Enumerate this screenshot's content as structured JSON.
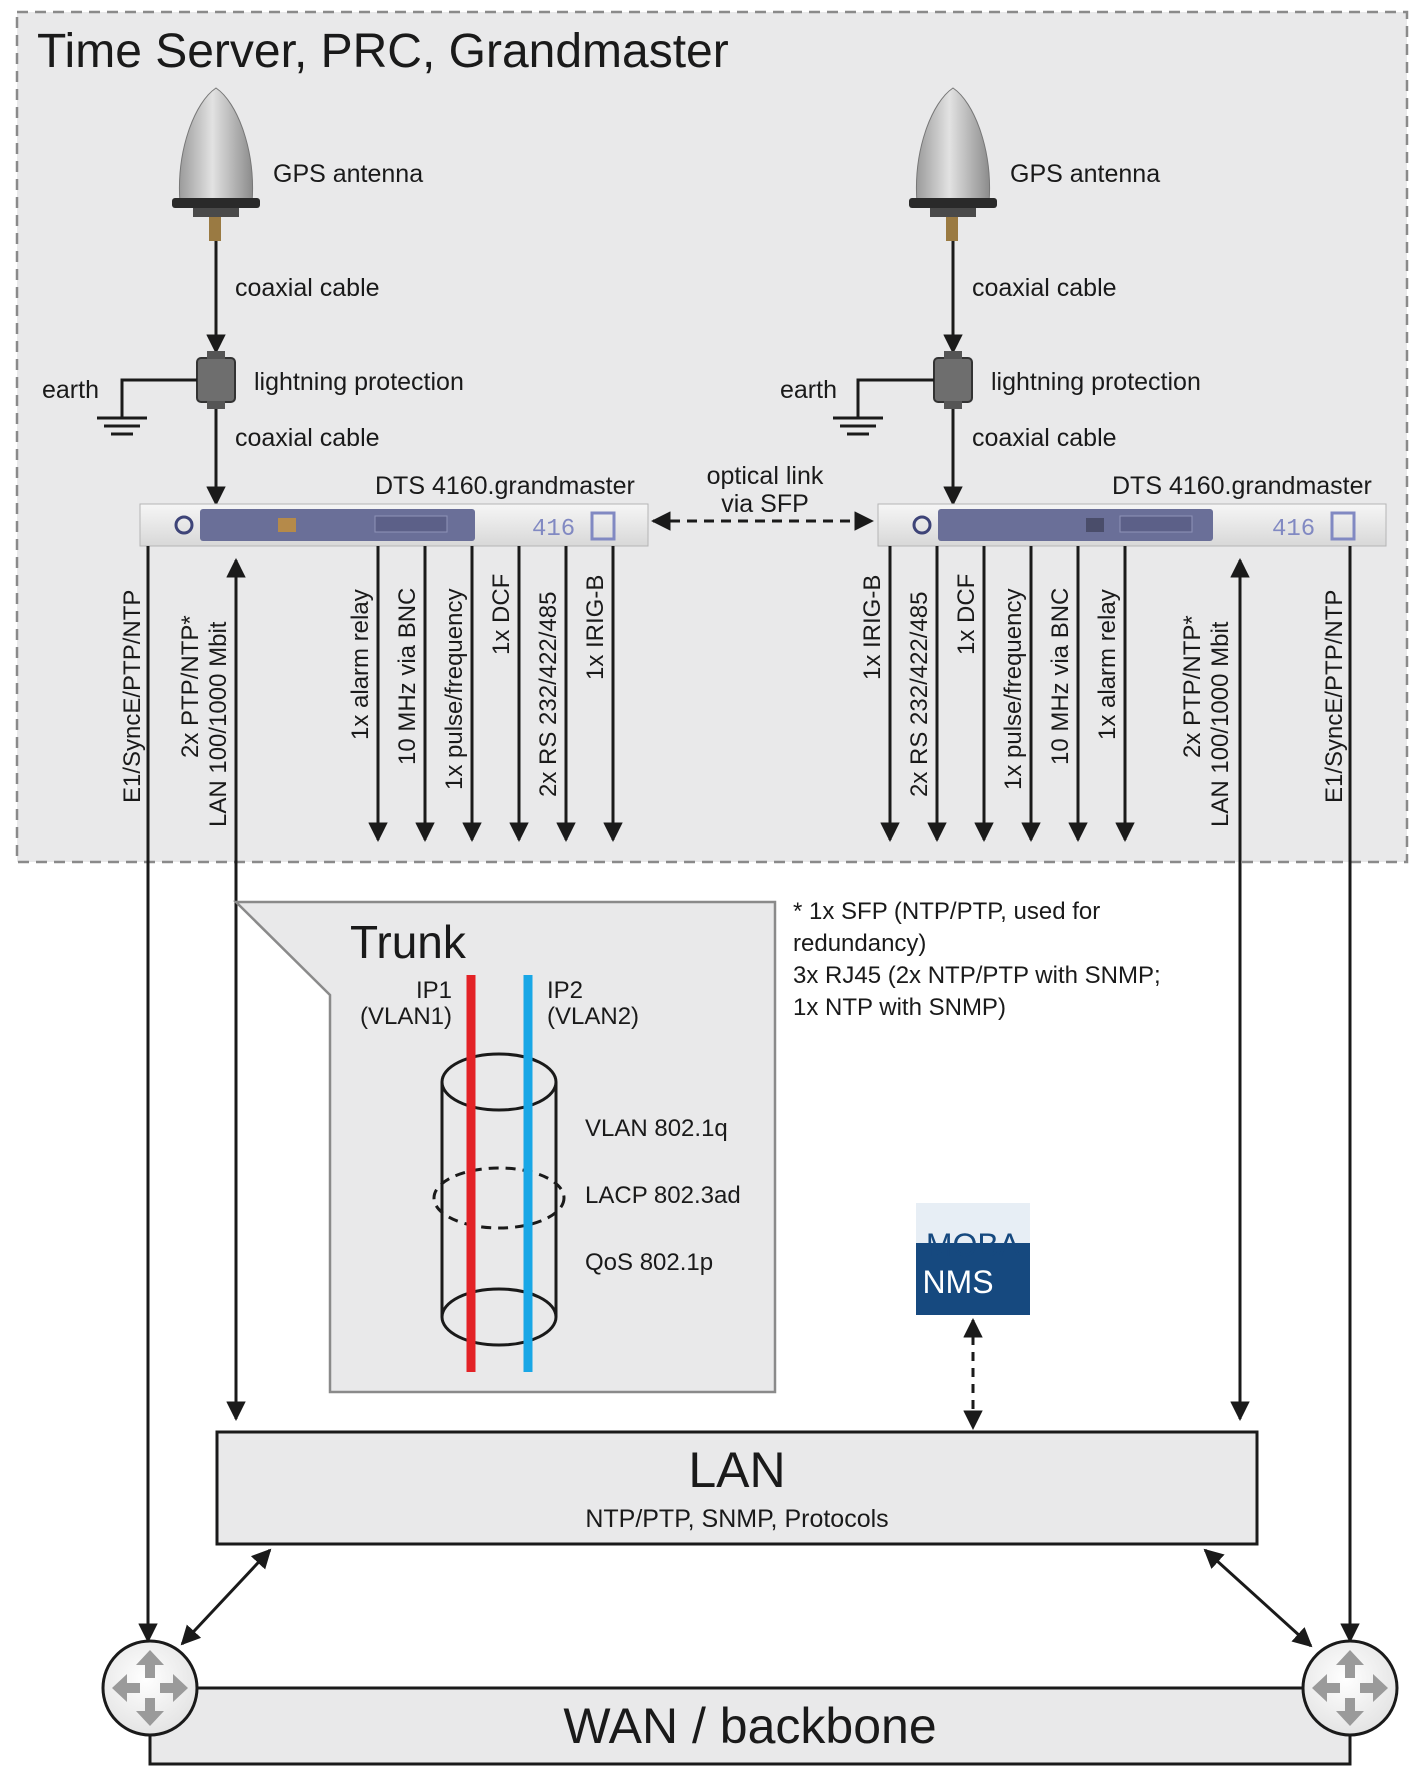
{
  "title": "Time Server, PRC, Grandmaster",
  "colors": {
    "area_bg": "#e9e9ea",
    "area_border": "#8a8a8a",
    "device_panel": "#6a6f98",
    "vlan1": "#e32226",
    "vlan2": "#19a7e6",
    "moba_top": "#e7eef5",
    "moba_bottom": "#16497f"
  },
  "left": {
    "antenna_label": "GPS antenna",
    "coax_top": "coaxial cable",
    "earth": "earth",
    "lightning": "lightning protection",
    "coax_bottom": "coaxial cable",
    "device_name": "DTS 4160.grandmaster",
    "device_display": "416",
    "outputs": [
      "1x alarm relay",
      "10 MHz via BNC",
      "1x pulse/frequency",
      "1x DCF",
      "2x RS 232/422/485",
      "1x IRIG-B"
    ],
    "e1_label": "E1/SyncE/PTP/NTP",
    "lan_label_1": "2x PTP/NTP*",
    "lan_label_2": "LAN 100/1000 Mbit"
  },
  "right": {
    "antenna_label": "GPS antenna",
    "coax_top": "coaxial cable",
    "earth": "earth",
    "lightning": "lightning protection",
    "coax_bottom": "coaxial cable",
    "device_name": "DTS 4160.grandmaster",
    "device_display": "416",
    "outputs": [
      "1x IRIG-B",
      "2x RS 232/422/485",
      "1x DCF",
      "1x pulse/frequency",
      "10 MHz via BNC",
      "1x alarm relay"
    ],
    "e1_label": "E1/SyncE/PTP/NTP",
    "lan_label_1": "2x PTP/NTP*",
    "lan_label_2": "LAN 100/1000 Mbit"
  },
  "optical_link": [
    "optical link",
    "via SFP"
  ],
  "trunk": {
    "title": "Trunk",
    "ip1": [
      "IP1",
      "(VLAN1)"
    ],
    "ip2": [
      "IP2",
      "(VLAN2)"
    ],
    "features": [
      "VLAN 802.1q",
      "LACP 802.3ad",
      "QoS 802.1p"
    ]
  },
  "footnote": [
    "* 1x SFP (NTP/PTP,  used for",
    "redundancy)",
    "3x RJ45 (2x NTP/PTP with SNMP;",
    "1x NTP with SNMP)"
  ],
  "moba": {
    "top": "MOBA",
    "bottom": "NMS"
  },
  "lan": {
    "title": "LAN",
    "subtitle": "NTP/PTP, SNMP, Protocols"
  },
  "wan": {
    "title": "WAN / backbone"
  },
  "icons": [
    "gps-antenna-icon",
    "lightning-protector-icon",
    "earth-ground-icon",
    "router-icon"
  ]
}
